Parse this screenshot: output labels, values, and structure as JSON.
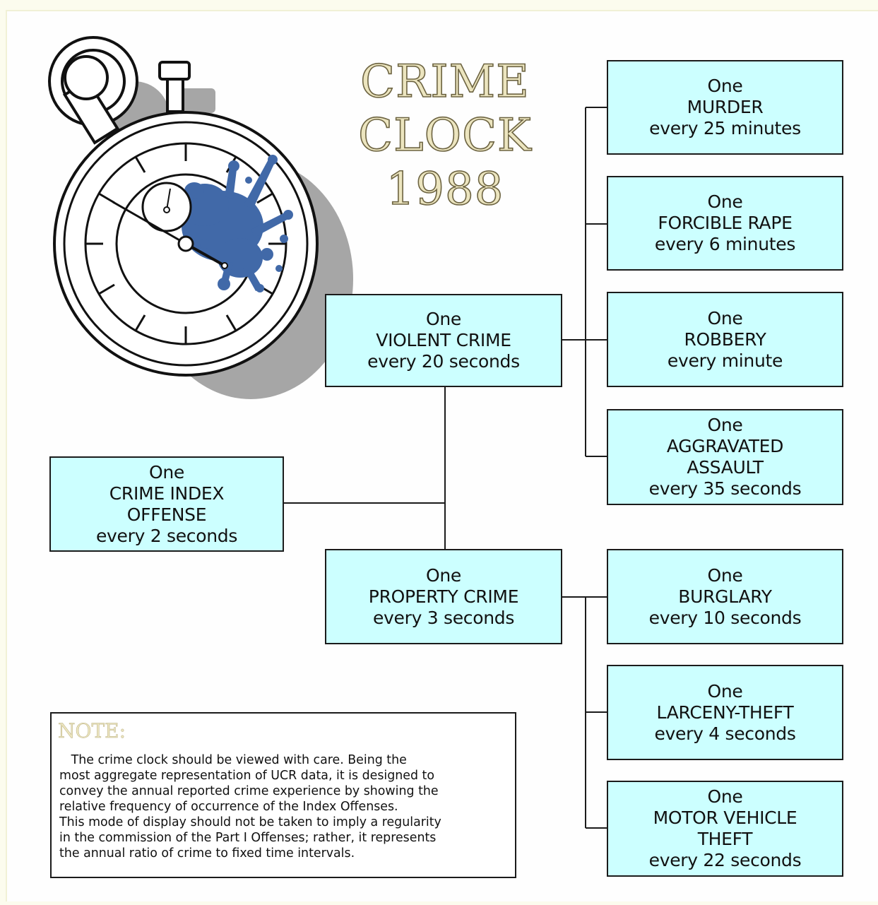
{
  "title": {
    "line1": "CRIME",
    "line2": "CLOCK",
    "line3": "1988"
  },
  "boxes": {
    "index": {
      "l1": "One",
      "l2": "CRIME INDEX",
      "l3": "OFFENSE",
      "l4": "every 2 seconds"
    },
    "violent": {
      "l1": "One",
      "l2": "VIOLENT CRIME",
      "l3": "every 20 seconds"
    },
    "property": {
      "l1": "One",
      "l2": "PROPERTY CRIME",
      "l3": "every 3 seconds"
    },
    "murder": {
      "l1": "One",
      "l2": "MURDER",
      "l3": "every 25 minutes"
    },
    "rape": {
      "l1": "One",
      "l2": "FORCIBLE RAPE",
      "l3": "every 6 minutes"
    },
    "robbery": {
      "l1": "One",
      "l2": "ROBBERY",
      "l3": "every minute"
    },
    "assault": {
      "l1": "One",
      "l2": "AGGRAVATED",
      "l3": "ASSAULT",
      "l4": "every 35 seconds"
    },
    "burglary": {
      "l1": "One",
      "l2": "BURGLARY",
      "l3": "every 10 seconds"
    },
    "larceny": {
      "l1": "One",
      "l2": "LARCENY-THEFT",
      "l3": "every 4 seconds"
    },
    "motor": {
      "l1": "One",
      "l2": "MOTOR VEHICLE",
      "l3": "THEFT",
      "l4": "every 22 seconds"
    }
  },
  "note": {
    "heading": "NOTE:",
    "lines": [
      "   The crime clock should be viewed with care. Being the",
      "most aggregate representation of UCR data, it is designed to",
      "convey the annual reported crime experience by showing the",
      "relative frequency of occurrence of the Index Offenses.",
      "This mode of display should not be taken to imply a regularity",
      "in the commission of the Part I Offenses; rather, it represents",
      "the annual ratio of crime to fixed time intervals."
    ]
  },
  "colors": {
    "box_fill": "#ccffff",
    "splat": "#4169a8",
    "title_fill": "#ece5bf",
    "shadow": "#a6a6a6"
  },
  "illustration": "stopwatch-with-ink-splat"
}
